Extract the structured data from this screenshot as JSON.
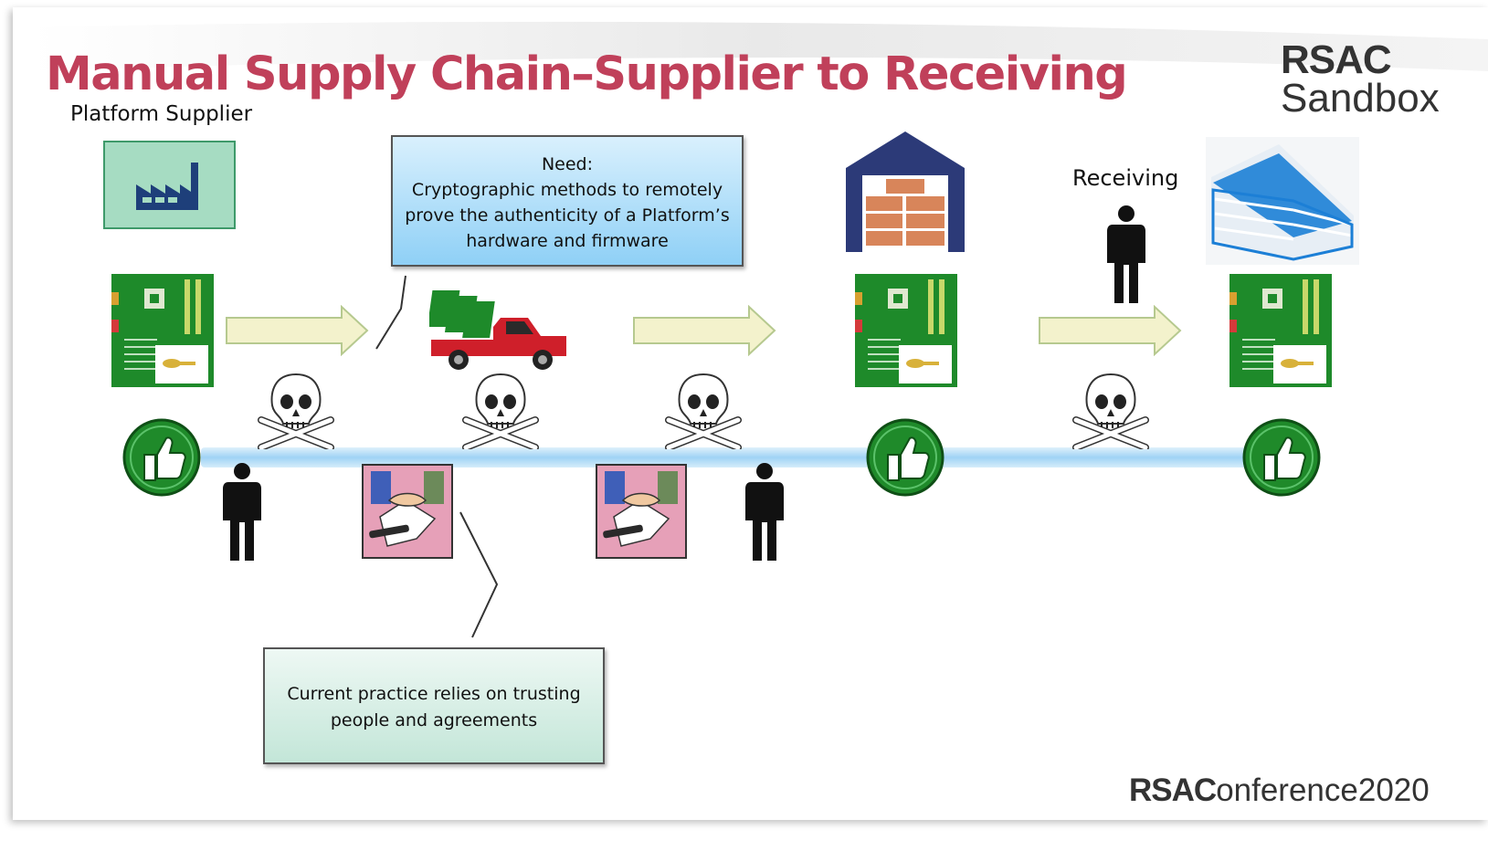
{
  "slide": {
    "title": "Manual Supply Chain–Supplier to Receiving",
    "logo_top": "RSAC",
    "logo_bottom": "Sandbox",
    "footer_brand": "RSAC",
    "footer_event": "onference2020"
  },
  "labels": {
    "supplier": "Platform Supplier",
    "receiving": "Receiving"
  },
  "need_box": {
    "lines": [
      "Need:",
      "Cryptographic methods to remotely",
      "prove the authenticity of a Platform’s",
      "hardware and firmware"
    ]
  },
  "practice_box": {
    "lines": [
      "Current practice relies on trusting",
      "people and agreements"
    ]
  },
  "colors": {
    "title": "#c0405a",
    "timeline": "#9fd3f5",
    "approve": "#1f8a2a",
    "board": "#1e8a2a"
  },
  "icons": [
    "factory-icon",
    "warehouse-icon",
    "office-building-icon",
    "truck-icon",
    "motherboard-icon",
    "skull-crossbones-icon",
    "thumbs-up-icon",
    "person-icon",
    "handshake-agreement-icon",
    "arrow-right-icon"
  ]
}
